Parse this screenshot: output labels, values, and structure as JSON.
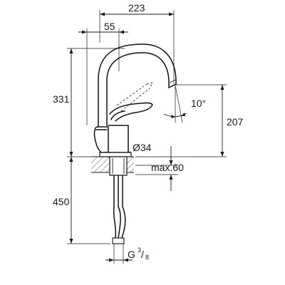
{
  "dimensions": {
    "total_depth": "223",
    "spout_offset": "55",
    "total_height": "331",
    "spout_height": "207",
    "spout_angle": "10°",
    "hole_diameter": "Ø34",
    "max_thickness": "max.60",
    "hose_length": "450",
    "connection_thread": "G",
    "connection_fraction_num": "3",
    "connection_fraction_den": "8"
  }
}
